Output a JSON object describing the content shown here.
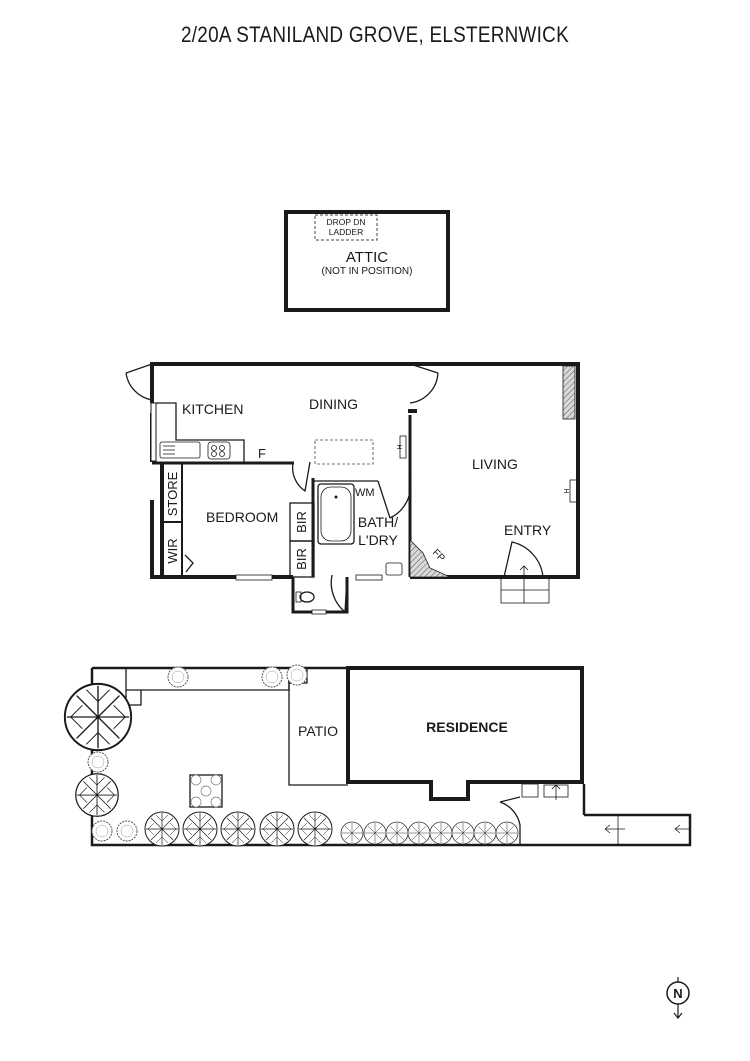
{
  "title": "2/20A STANILAND GROVE, ELSTERNWICK",
  "attic": {
    "label": "ATTIC",
    "note": "(NOT IN POSITION)",
    "ladder_line1": "DROP DN",
    "ladder_line2": "LADDER"
  },
  "floor_plan": {
    "rooms": {
      "kitchen": "KITCHEN",
      "dining": "DINING",
      "living": "LIVING",
      "entry": "ENTRY",
      "bedroom": "BEDROOM",
      "store": "STORE",
      "wir": "WIR",
      "bir_1": "BIR",
      "bir_2": "BIR",
      "bath": "BATH/",
      "laundry": "L'DRY",
      "wm": "WM",
      "fireplace": "FP",
      "fridge": "F",
      "heater_1": "H",
      "heater_2": "H"
    }
  },
  "site_plan": {
    "patio": "PATIO",
    "residence": "RESIDENCE"
  },
  "compass": {
    "label": "N",
    "icon": "north-arrow-icon"
  }
}
